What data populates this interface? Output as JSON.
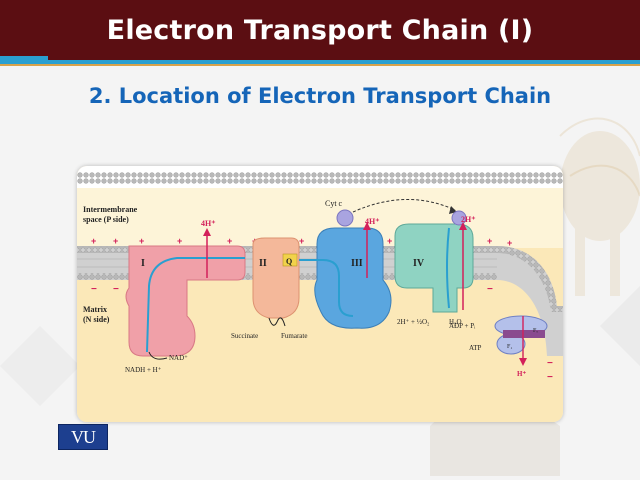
{
  "slide": {
    "title": "Electron Transport Chain (I)",
    "subtitle": "2. Location of Electron Transport Chain",
    "logo_text": "VU"
  },
  "diagram": {
    "intermembrane_label_1": "Intermembrane",
    "intermembrane_label_2": "space (P side)",
    "matrix_label_1": "Matrix",
    "matrix_label_2": "(N side)",
    "complex_1": "I",
    "complex_2": "II",
    "complex_3": "III",
    "complex_4": "IV",
    "quinone": "Q",
    "cyt_c": "Cyt c",
    "proton_1": "4H⁺",
    "proton_3": "4H⁺",
    "proton_4": "2H⁺",
    "nad_plus": "NAD⁺",
    "nadh": "NADH + H⁺",
    "succinate": "Succinate",
    "fumarate": "Fumarate",
    "oxygen_reaction": "2H⁺ + ½O₂",
    "water": "H₂O",
    "adp": "ADP + Pᵢ",
    "atp": "ATP",
    "synthase_h": "H⁺",
    "fo_label": "Fₒ",
    "f1_label": "F₁"
  },
  "colors": {
    "title_bar": "#5b0e12",
    "accent_blue": "#2a9fd0",
    "subtitle": "#1565b8",
    "complex_1": "#f0a0a8",
    "complex_2": "#f4b89a",
    "complex_3": "#5aa6df",
    "complex_4": "#8fd3c2",
    "matrix_bg": "#fbe8b8",
    "proton": "#d3205a"
  }
}
